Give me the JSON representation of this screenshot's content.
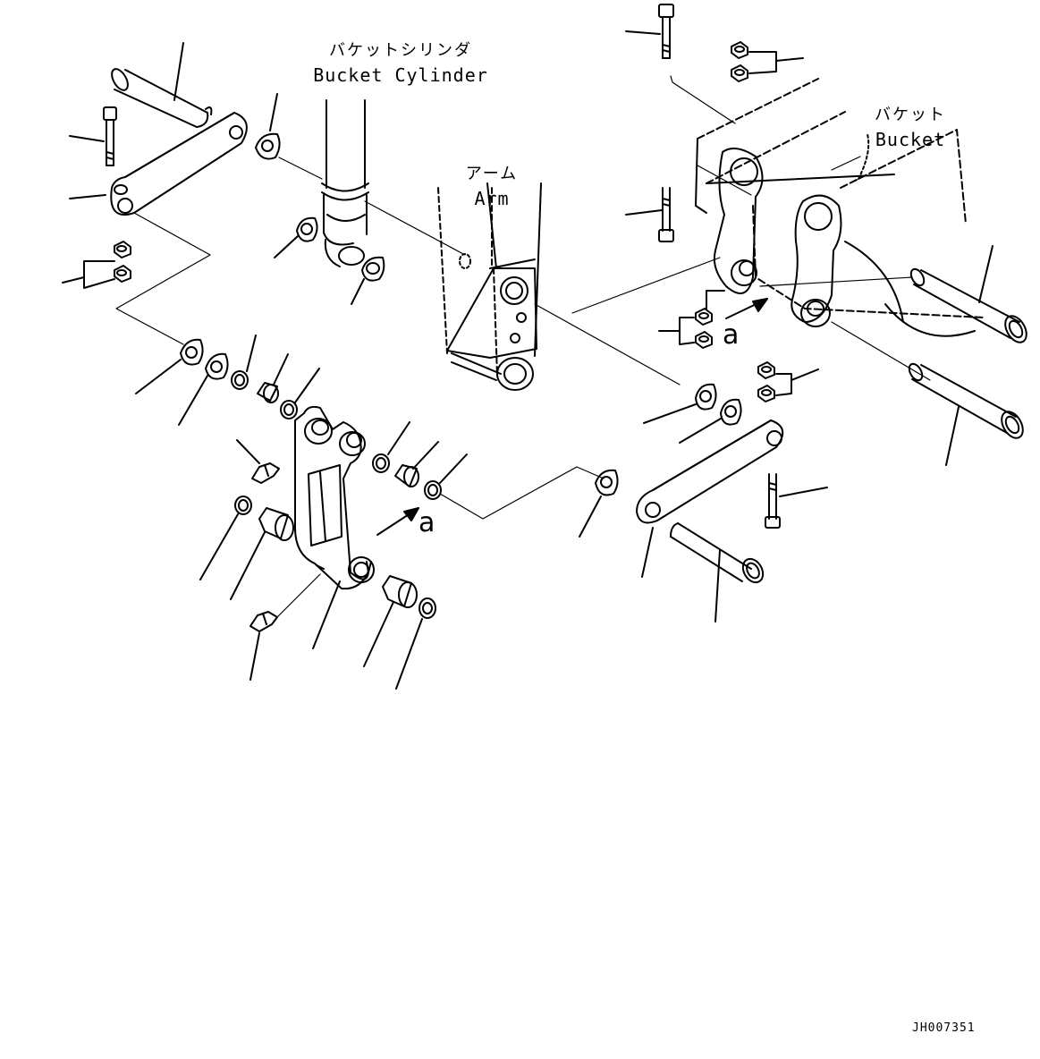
{
  "labels": {
    "bucket_cylinder_jp": "バケットシリンダ",
    "bucket_cylinder_en": "Bucket Cylinder",
    "arm_jp": "アーム",
    "arm_en": "Arm",
    "bucket_jp": "バケット",
    "bucket_en": "Bucket"
  },
  "callouts": {
    "detail_a_1": "a",
    "detail_a_2": "a"
  },
  "drawing_code": "JH007351",
  "colors": {
    "line": "#000000",
    "background": "#ffffff"
  }
}
